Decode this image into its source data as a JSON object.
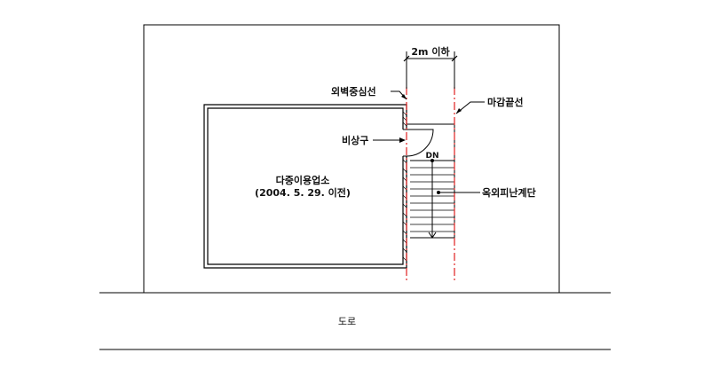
{
  "labels": {
    "dimension": "2m 이하",
    "wall_center_line": "외벽중심선",
    "finish_line": "마감끝선",
    "emergency_exit": "비상구",
    "business_name": "다중이용업소",
    "business_date": "(2004. 5. 29. 이전)",
    "stair_dn": "DN",
    "outdoor_stair": "옥외피난계단",
    "road": "도로"
  },
  "colors": {
    "line": "#000000",
    "center_line": "#e02020",
    "background": "#ffffff"
  }
}
